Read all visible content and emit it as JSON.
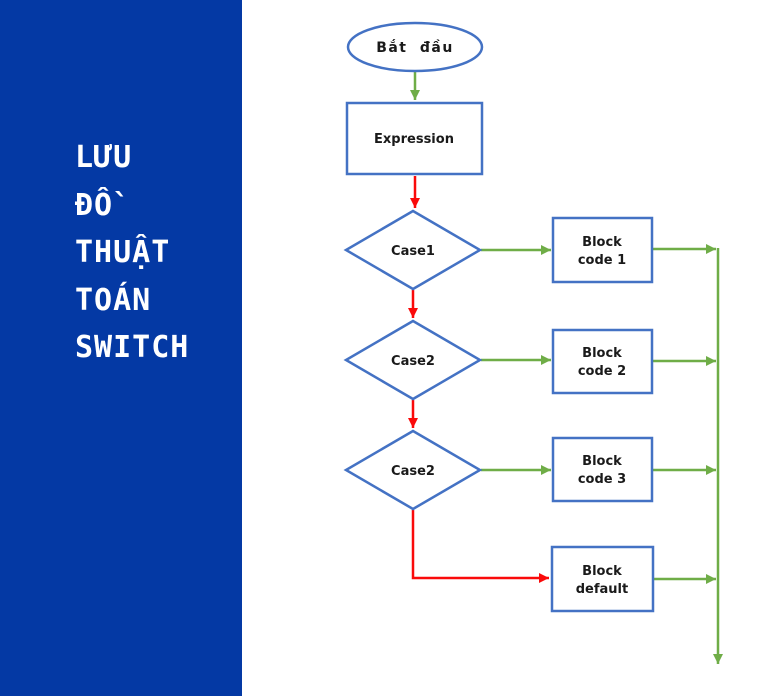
{
  "sidebar": {
    "title_lines": [
      "LƯU",
      "ĐỒ",
      "THUẬT",
      "TOÁN",
      "SWITCH"
    ],
    "background_color": "#0439A4",
    "text_color": "#FFFFFF"
  },
  "flowchart": {
    "nodes": {
      "start_label": "Bắt đầu",
      "expression_label": "Expression",
      "case1_label": "Case1",
      "case2_label": "Case2",
      "case3_label": "Case2",
      "block1": {
        "line1": "Block",
        "line2": "code 1"
      },
      "block2": {
        "line1": "Block",
        "line2": "code 2"
      },
      "block3": {
        "line1": "Block",
        "line2": "code 3"
      },
      "block_default": {
        "line1": "Block",
        "line2": "default"
      }
    },
    "colors": {
      "shape_border": "#4472C4",
      "flow_green": "#6FAD47",
      "flow_red": "#FA0A0A",
      "label_text": "#1A1A1A"
    }
  }
}
